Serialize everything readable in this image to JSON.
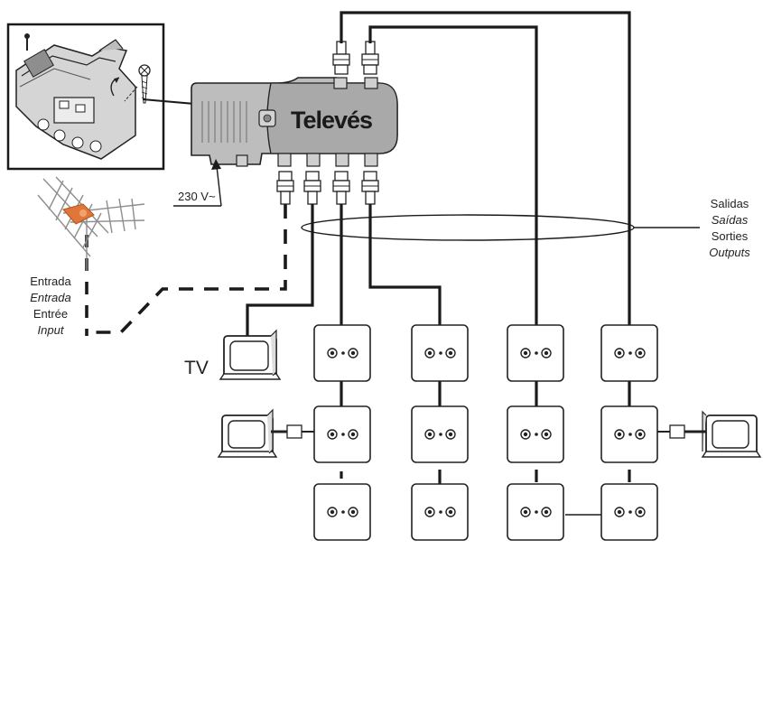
{
  "brand": {
    "name": "Televés"
  },
  "power": {
    "label": "230 V~"
  },
  "input": {
    "labels": [
      "Entrada",
      "Entrada",
      "Entrée",
      "Input"
    ]
  },
  "outputs": {
    "labels": [
      "Salidas",
      "Saídas",
      "Sorties",
      "Outputs"
    ]
  },
  "tv": {
    "label": "TV"
  },
  "colors": {
    "line": "#1a1a1a",
    "amplifier_body": "#b9b9b9",
    "antenna_accent": "#e0773a"
  },
  "icons": [
    "antenna-icon",
    "amplifier-icon",
    "screw-icon",
    "connector-icon",
    "tv-icon",
    "wall-socket-icon"
  ]
}
